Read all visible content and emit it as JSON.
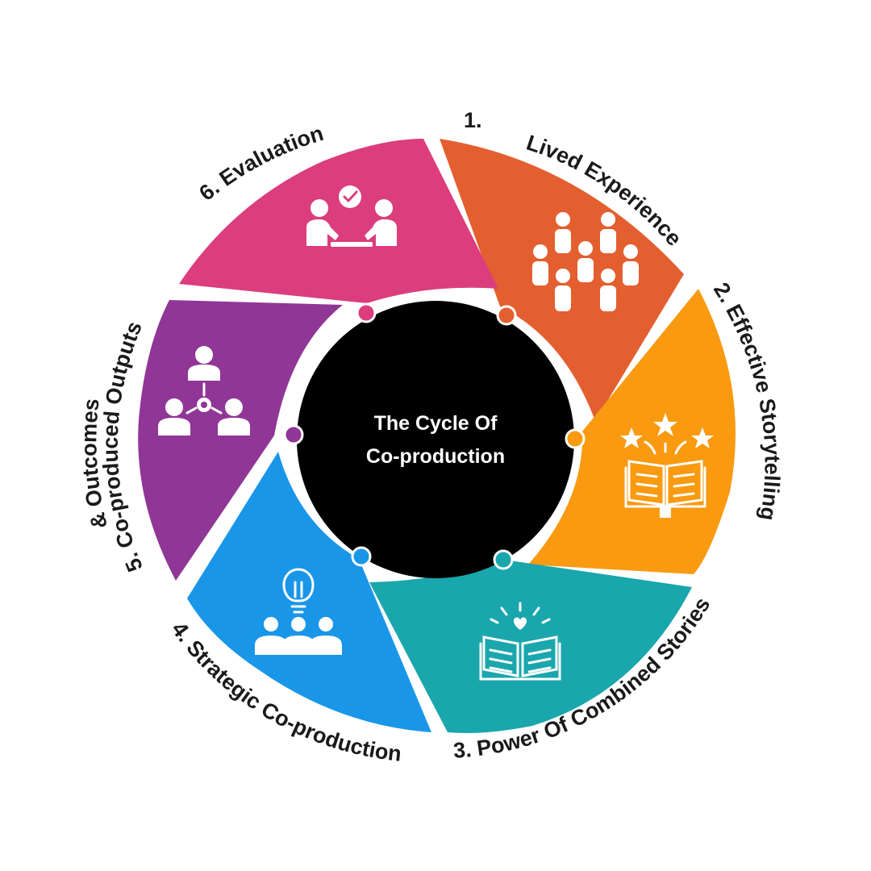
{
  "center": {
    "line1": "The Cycle Of",
    "line2": "Co-production"
  },
  "segments": [
    {
      "number": "1.",
      "title": "Lived Experience",
      "color": "#E35F30",
      "icon": "people-group-icon"
    },
    {
      "title": "2. Effective Storytelling",
      "color": "#F99A10",
      "icon": "open-book-stars-icon"
    },
    {
      "title": "3. Power Of Combined Stories",
      "color": "#1AA6AD",
      "icon": "open-book-heart-icon"
    },
    {
      "title": "4. Strategic Co-production",
      "color": "#1A96E8",
      "icon": "lightbulb-team-icon"
    },
    {
      "title": "5. Co-produced Outputs",
      "title2": "& Outcomes",
      "color": "#903696",
      "icon": "network-team-gear-icon"
    },
    {
      "title": "6. Evaluation",
      "color": "#DB3D7E",
      "icon": "handshake-check-icon"
    }
  ],
  "colors": {
    "center_bg": "#000000",
    "orange_dot": "#E35F30",
    "amber_dot": "#F99A10",
    "teal_dot": "#1AA6AD",
    "blue_dot": "#1A96E8",
    "purple_dot": "#903696",
    "pink_dot": "#DB3D7E"
  }
}
